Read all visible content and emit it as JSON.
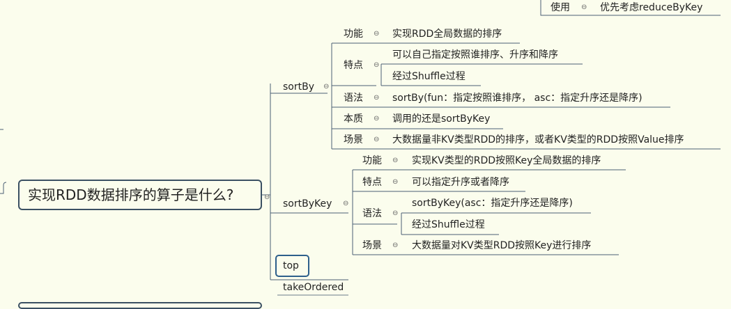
{
  "root": {
    "label": "实现RDD数据排序的算子是什么?"
  },
  "prev_branch": {
    "key": "使用",
    "value": "优先考虑reduceByKey"
  },
  "branches": {
    "sortBy": {
      "label": "sortBy",
      "items": {
        "func_key": "功能",
        "func_val": "实现RDD全局数据的排序",
        "feat_key": "特点",
        "feat_val1": "可以自己指定按照谁排序、升序和降序",
        "feat_val2": "经过Shuffle过程",
        "syntax_key": "语法",
        "syntax_val": "sortBy(fun：指定按照谁排序， asc：指定升序还是降序)",
        "essence_key": "本质",
        "essence_val": "调用的还是sortByKey",
        "scene_key": "场景",
        "scene_val": "大数据量非KV类型RDD的排序，或者KV类型的RDD按照Value排序"
      }
    },
    "sortByKey": {
      "label": "sortByKey",
      "items": {
        "func_key": "功能",
        "func_val": "实现KV类型的RDD按照Key全局数据的排序",
        "feat_key": "特点",
        "feat_val": "可以指定升序或者降序",
        "syntax_key": "语法",
        "syntax_val1": "sortByKey(asc：指定升序还是降序)",
        "syntax_val2": "经过Shuffle过程",
        "scene_key": "场景",
        "scene_val": "大数据量对KV类型RDD按照Key进行排序"
      }
    },
    "top": {
      "label": "top"
    },
    "takeOrdered": {
      "label": "takeOrdered"
    }
  },
  "icons": {
    "collapse": "⊖"
  },
  "colors": {
    "background": "#fbfded",
    "line": "#3b5063",
    "selected": "#2d5f8b",
    "text": "#222222"
  }
}
